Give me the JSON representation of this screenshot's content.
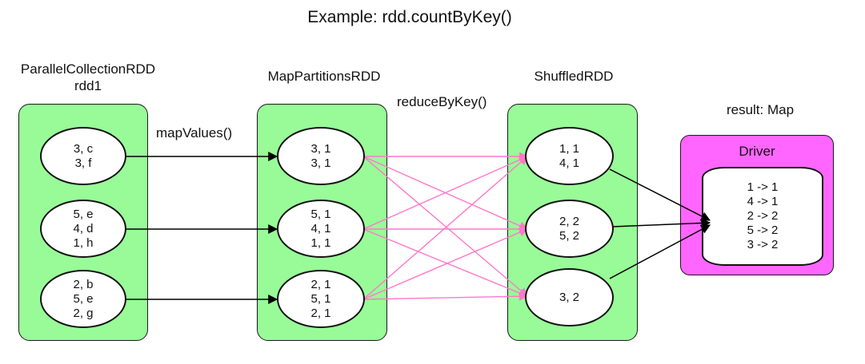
{
  "title": "Example: rdd.countByKey()",
  "columns": {
    "parallel": {
      "label_line1": "ParallelCollectionRDD",
      "label_line2": "rdd1"
    },
    "map": {
      "label": "MapPartitionsRDD"
    },
    "shuffled": {
      "label": "ShuffledRDD"
    },
    "result": {
      "label": "result: Map"
    }
  },
  "operations": {
    "map_values": "mapValues()",
    "reduce_by_key": "reduceByKey()"
  },
  "rdd1_partitions": [
    [
      "3, c",
      "3, f"
    ],
    [
      "5, e",
      "4, d",
      "1, h"
    ],
    [
      "2, b",
      "5, e",
      "2, g"
    ]
  ],
  "map_partitions": [
    [
      "3, 1",
      "3, 1"
    ],
    [
      "5, 1",
      "4, 1",
      "1, 1"
    ],
    [
      "2, 1",
      "5, 1",
      "2, 1"
    ]
  ],
  "shuffled_partitions": [
    [
      "1, 1",
      "4, 1"
    ],
    [
      "2, 2",
      "5, 2"
    ],
    [
      "3, 2"
    ]
  ],
  "driver": {
    "title": "Driver",
    "entries": [
      "1 -> 1",
      "4 -> 1",
      "2 -> 2",
      "5 -> 2",
      "3 -> 2"
    ]
  },
  "colors": {
    "rdd_fill": "#98fb98",
    "driver_fill": "#ff66ff",
    "shuffle_edge": "#ff77cc",
    "edge": "#000000"
  }
}
